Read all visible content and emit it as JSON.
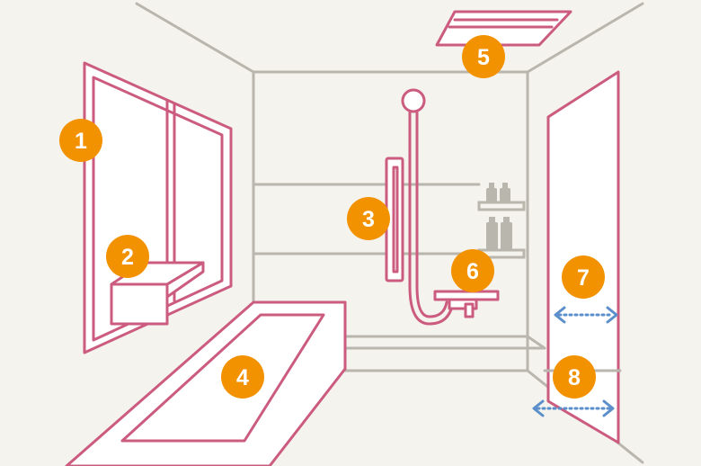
{
  "colors": {
    "background": "#f5f3ee",
    "wall_lines": "#b9b6ad",
    "fixture_outline": "#cc5c7f",
    "badge": "#f39200",
    "badge_text": "#ffffff",
    "arrow": "#5b8fcb",
    "shelf_items": "#b9b6ad"
  },
  "badges": {
    "window": "1",
    "counter": "2",
    "grab_bar": "3",
    "bathtub": "4",
    "ventilation": "5",
    "faucet_shelf": "6",
    "door_upper": "7",
    "door_lower": "8"
  },
  "icons": {
    "door_upper_arrow": "double-arrow-horizontal-icon",
    "door_lower_arrow": "double-arrow-horizontal-icon"
  }
}
